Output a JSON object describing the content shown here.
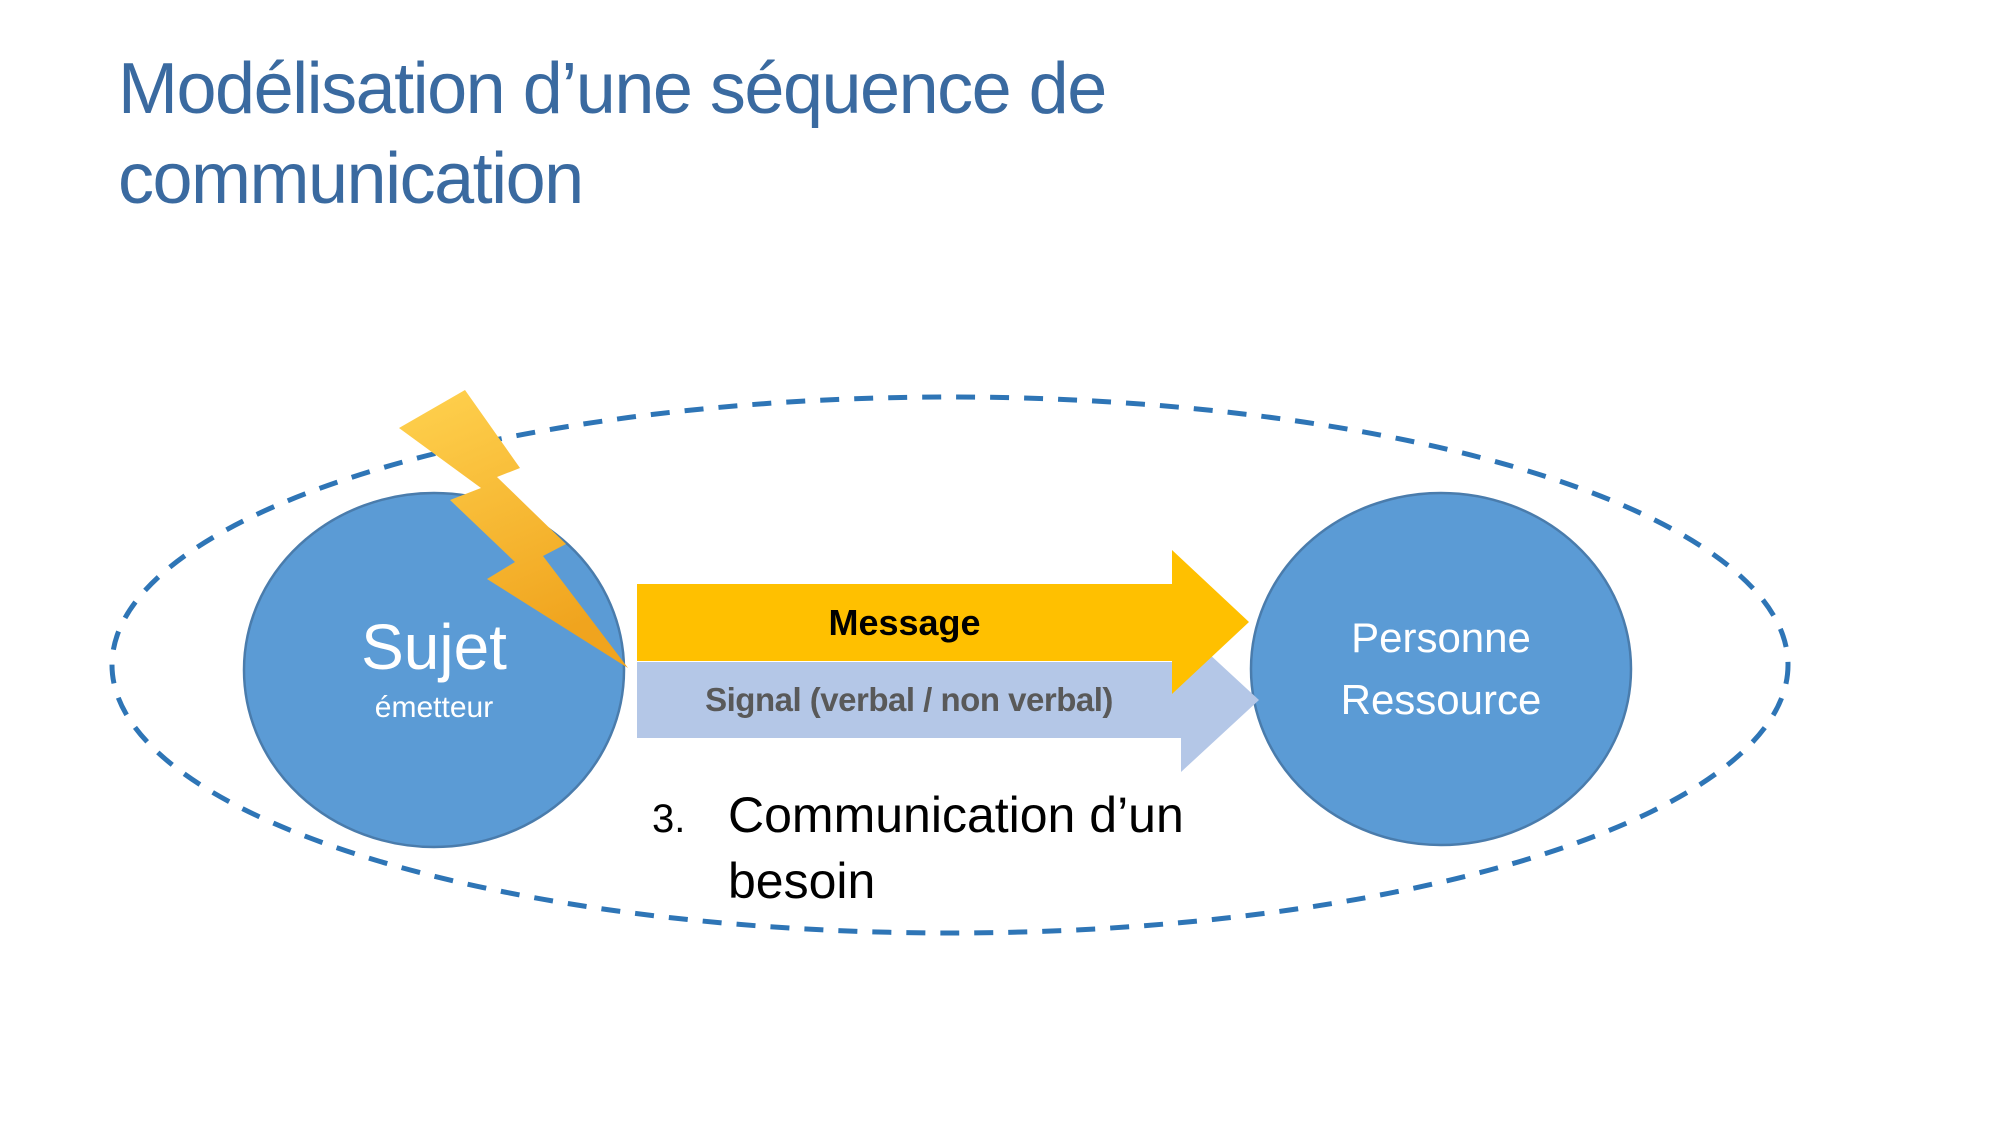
{
  "slide": {
    "title": "Modélisation d’une séquence de communication",
    "title_lines": [
      "Modélisation d’une séquence de",
      "communication"
    ]
  },
  "diagram": {
    "boundary": {
      "shape": "dashed-ellipse"
    },
    "sender": {
      "label": "Sujet",
      "sublabel": "émetteur"
    },
    "receiver": {
      "label": "Personne Ressource"
    },
    "message_arrow": {
      "label": "Message"
    },
    "signal_arrow": {
      "label": "Signal (verbal / non verbal)"
    },
    "interference": {
      "icon": "lightning-bolt-icon"
    },
    "caption": {
      "number": "3.",
      "text": "Communication d’un besoin"
    }
  },
  "colors": {
    "title_text": "#3A6AA0",
    "boundary_dash": "#2E75B6",
    "circle_fill": "#5B9BD5",
    "circle_border": "#4A7CAC",
    "message_arrow": "#FFC000",
    "signal_arrow": "#B4C7E7",
    "signal_text": "#595959",
    "bolt_light": "#FFD24F",
    "bolt_dark": "#F0A41E",
    "circle_text": "#FFFFFF",
    "caption_text": "#000000"
  }
}
